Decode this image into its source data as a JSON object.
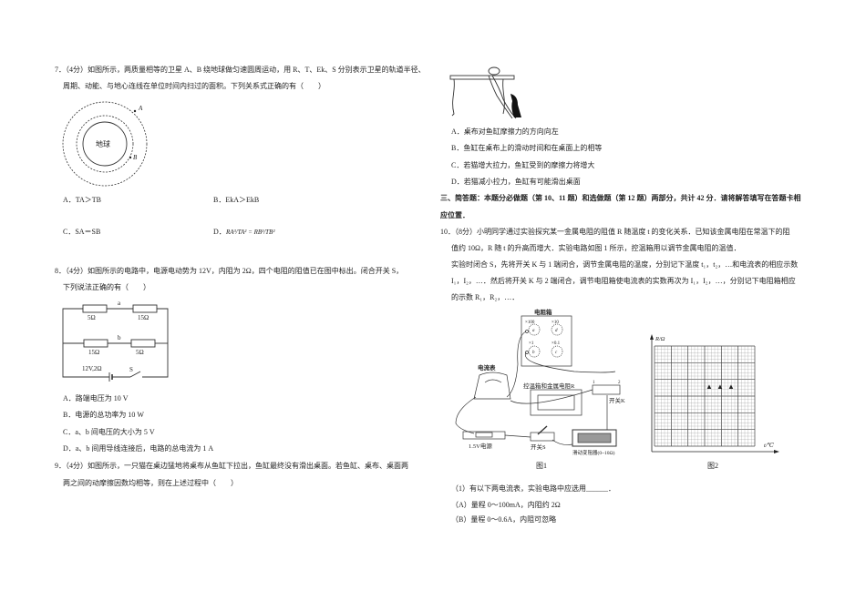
{
  "q7": {
    "line1": "7．（4分）如图所示，两质量相等的卫星 A、B 绕地球做匀速圆周运动，用 R、T、Ek、S 分别表示卫星的轨道半径、",
    "line2": "周期、动能、与地心连线在单位时间内扫过的面积。下列关系式正确的有（　　）",
    "figure": {
      "earth_label": "地球",
      "label_a": "A",
      "label_b": "B"
    },
    "options": {
      "A": "A．TA＞TB",
      "B": "B．EkA＞EkB",
      "C": "C．SA＝SB",
      "D_prefix": "D．",
      "D_formula": "RA³/TA² = RB³/TB²"
    }
  },
  "q8": {
    "line1": "8．（4分）如图所示的电路中，电源电动势为 12V，内阻为 2Ω，四个电阻的阻值已在图中标出。闭合开关 S，",
    "line2": "下列说法正确的有（　　）",
    "figure": {
      "r1": "5Ω",
      "r2": "15Ω",
      "r3": "15Ω",
      "r4": "5Ω",
      "node_a": "a",
      "node_b": "b",
      "source": "12V,2Ω",
      "switch": "S"
    },
    "options": [
      "A．路端电压为 10 V",
      "B．电源的总功率为 10 W",
      "C．a、b 间电压的大小为 5 V",
      "D．a、b 间用导线连接后，电路的总电流为 1 A"
    ]
  },
  "q9": {
    "line1": "9．（4分）如图所示，一只猫在桌边猛地将桌布从鱼缸下拉出，鱼缸最终没有滑出桌面。若鱼缸、桌布、桌面两",
    "line2": "两之间的动摩擦因数均相等，则在上述过程中（　　）",
    "options": [
      "A．桌布对鱼缸摩擦力的方向向左",
      "B．鱼缸在桌布上的滑动时间和在桌面上的相等",
      "C．若猫增大拉力，鱼缸受到的摩擦力将增大",
      "D．若猫减小拉力，鱼缸有可能滑出桌面"
    ]
  },
  "section3": {
    "line1": "三、简答题：本题分必做题（第 10、11 题）和选做题（第 12 题）两部分，共计 42 分．请将解答填写在答题卡相",
    "line2": "应位置．"
  },
  "q10": {
    "lines": [
      "10．（8分）小明同学通过实验探究某一金属电阻的阻值 R 随温度 t 的变化关系．已知该金属电阻在常温下的阻",
      "值约 10Ω，R 随 t 的升高而增大．实验电路如图 1 所示，控温箱用以调节金属电阻的温值．",
      "实验时闭合 S，先将开关 K 与 1 端闭合，调节金属电阻的温度，分别记下温度 t₁，t₂，…和电流表的相应示数",
      "I₁，I₂，…．然后将开关 K 与 2 端闭合，调节电阻箱使电流表的实数再次为 I₁，I₂，…，分别记下电阻箱相应",
      "的示数 R₁，R₂，…．"
    ],
    "fig1": {
      "resistance_box": "电阻箱",
      "dial_x100": "×100",
      "dial_x10": "×10",
      "dial_x1": "×1",
      "dial_x01": "×0.1",
      "dial_a": "a",
      "dial_b": "b",
      "dial_c": "c",
      "dial_d": "d",
      "ammeter": "电流表",
      "oven": "控温箱和金属电阻R",
      "switch_k": "开关K",
      "k1": "1",
      "k2": "2",
      "battery": "1.5V电源",
      "switch_s": "开关S",
      "rheostat": "滑动变阻器(0~10Ω)",
      "caption": "图1"
    },
    "fig2": {
      "y_axis": "R/Ω",
      "x_axis": "t/℃",
      "caption": "图2",
      "marker": "▲"
    },
    "sub1": "（1）有以下两电流表，实验电路中应选用______．",
    "choiceA": "（A）量程 0～100mA，内阻约 2Ω",
    "choiceB": "（B）量程 0～0.6A，内阻可忽略"
  }
}
